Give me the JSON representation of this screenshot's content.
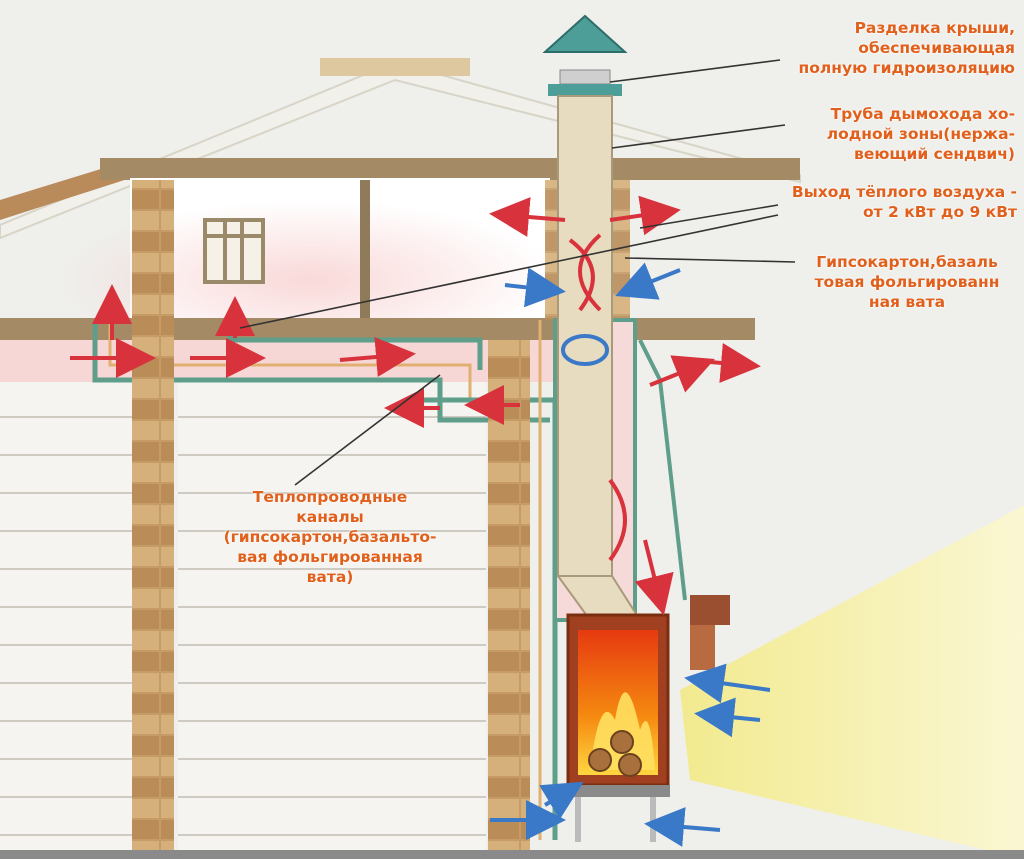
{
  "labels": {
    "roof_seal": [
      "Разделка крыши,",
      "обеспечивающая",
      "полную гидроизоляцию"
    ],
    "cold_zone_pipe": [
      "Труба дымохода хо-",
      "лодной зоны(нержа-",
      "веющий сендвич)"
    ],
    "warm_air_output": [
      "Выход тёплого воздуха -",
      "от 2 кВт до 9 кВт"
    ],
    "drywall_insulation": [
      "Гипсокартон,базаль",
      "товая фольгированн",
      "ная вата"
    ],
    "heat_channels": [
      "Теплопроводные",
      "каналы",
      "(гипсокартон,базальто-",
      "вая фольгированная",
      "вата)"
    ]
  },
  "colors": {
    "label_text": "#e0601c",
    "leader_line": "#333333",
    "warm_air_arrow": "#d8323c",
    "cold_air_arrow": "#3a78c8",
    "channel_insulation": "#5f9e8a",
    "brick": "#c9a06a",
    "wall_siding": "#f4f3ef",
    "fire": "#f06010",
    "pipe": "#e6d8b8",
    "light_beam": "#f6ef9c"
  }
}
